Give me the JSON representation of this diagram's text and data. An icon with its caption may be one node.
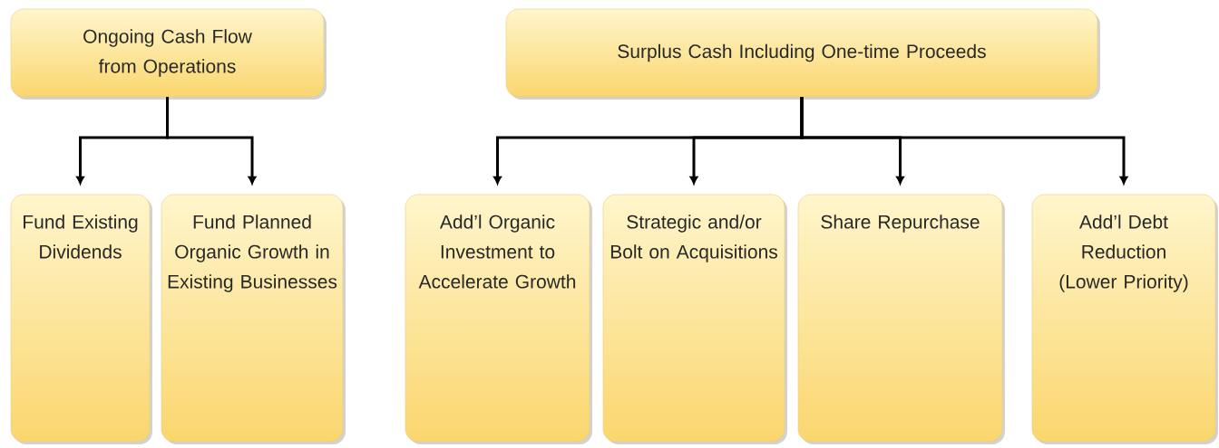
{
  "diagram": {
    "nodes": [
      {
        "text": [
          "Ongoing Cash Flow from Operations"
        ]
      },
      {
        "text": [
          "Surplus Cash Including One-time Proceeds"
        ]
      },
      {
        "text": [
          "Fund Existing Dividends"
        ]
      },
      {
        "text": [
          "Fund Planned Organic Growth in Existing Businesses"
        ]
      },
      {
        "text": [
          "Add’l Organic Investment to Accelerate Growth"
        ]
      },
      {
        "text": [
          "Strategic and/or Bolt on Acquisitions"
        ]
      },
      {
        "text": [
          "Share Repurchase"
        ]
      },
      {
        "text": [
          "Add’l Debt Reduction (Lower Priority)"
        ]
      }
    ],
    "edges": [
      {
        "from": 0,
        "to": 2,
        "arrow": "to"
      },
      {
        "from": 0,
        "to": 3,
        "arrow": "to"
      },
      {
        "from": 1,
        "to": 4,
        "arrow": "to"
      },
      {
        "from": 1,
        "to": 5,
        "arrow": "to"
      },
      {
        "from": 1,
        "to": 6,
        "arrow": "to"
      },
      {
        "from": 1,
        "to": 7,
        "arrow": "to"
      }
    ]
  }
}
